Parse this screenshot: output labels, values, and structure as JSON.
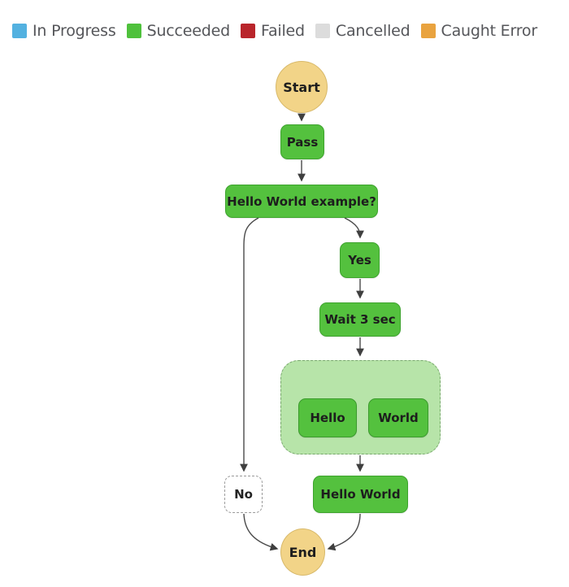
{
  "legend": {
    "items": [
      {
        "label": "In Progress",
        "color": "#53b1e0"
      },
      {
        "label": "Succeeded",
        "color": "#4fc13c"
      },
      {
        "label": "Failed",
        "color": "#b9252b"
      },
      {
        "label": "Cancelled",
        "color": "#dcdcdc"
      },
      {
        "label": "Caught Error",
        "color": "#e9a33f"
      }
    ]
  },
  "diagram": {
    "type": "state-machine-graph",
    "nodes": {
      "start": {
        "label": "Start",
        "status": "terminal"
      },
      "pass": {
        "label": "Pass",
        "status": "succeeded"
      },
      "choice": {
        "label": "Hello World example?",
        "status": "succeeded"
      },
      "yes": {
        "label": "Yes",
        "status": "succeeded"
      },
      "wait": {
        "label": "Wait 3 sec",
        "status": "succeeded"
      },
      "parallel": {
        "label": "",
        "status": "succeeded-group"
      },
      "hello": {
        "label": "Hello",
        "status": "succeeded"
      },
      "world": {
        "label": "World",
        "status": "succeeded"
      },
      "hello_world": {
        "label": "Hello World",
        "status": "succeeded"
      },
      "no": {
        "label": "No",
        "status": "not-executed"
      },
      "end": {
        "label": "End",
        "status": "terminal"
      }
    },
    "edges": [
      "start->pass",
      "pass->choice",
      "choice->yes",
      "choice->no",
      "yes->wait",
      "wait->parallel",
      "parallel->hello",
      "parallel->world",
      "parallel->hello_world",
      "hello_world->end",
      "no->end"
    ],
    "colors": {
      "node_green_fill": "#54c13e",
      "node_green_border": "#3da32d",
      "terminal_fill": "#f2d488",
      "terminal_border": "#d8b96a",
      "parallel_fill": "#b7e4a9",
      "parallel_border": "#78a86d",
      "edge_stroke": "#4a4a4a",
      "background": "#ffffff"
    }
  }
}
